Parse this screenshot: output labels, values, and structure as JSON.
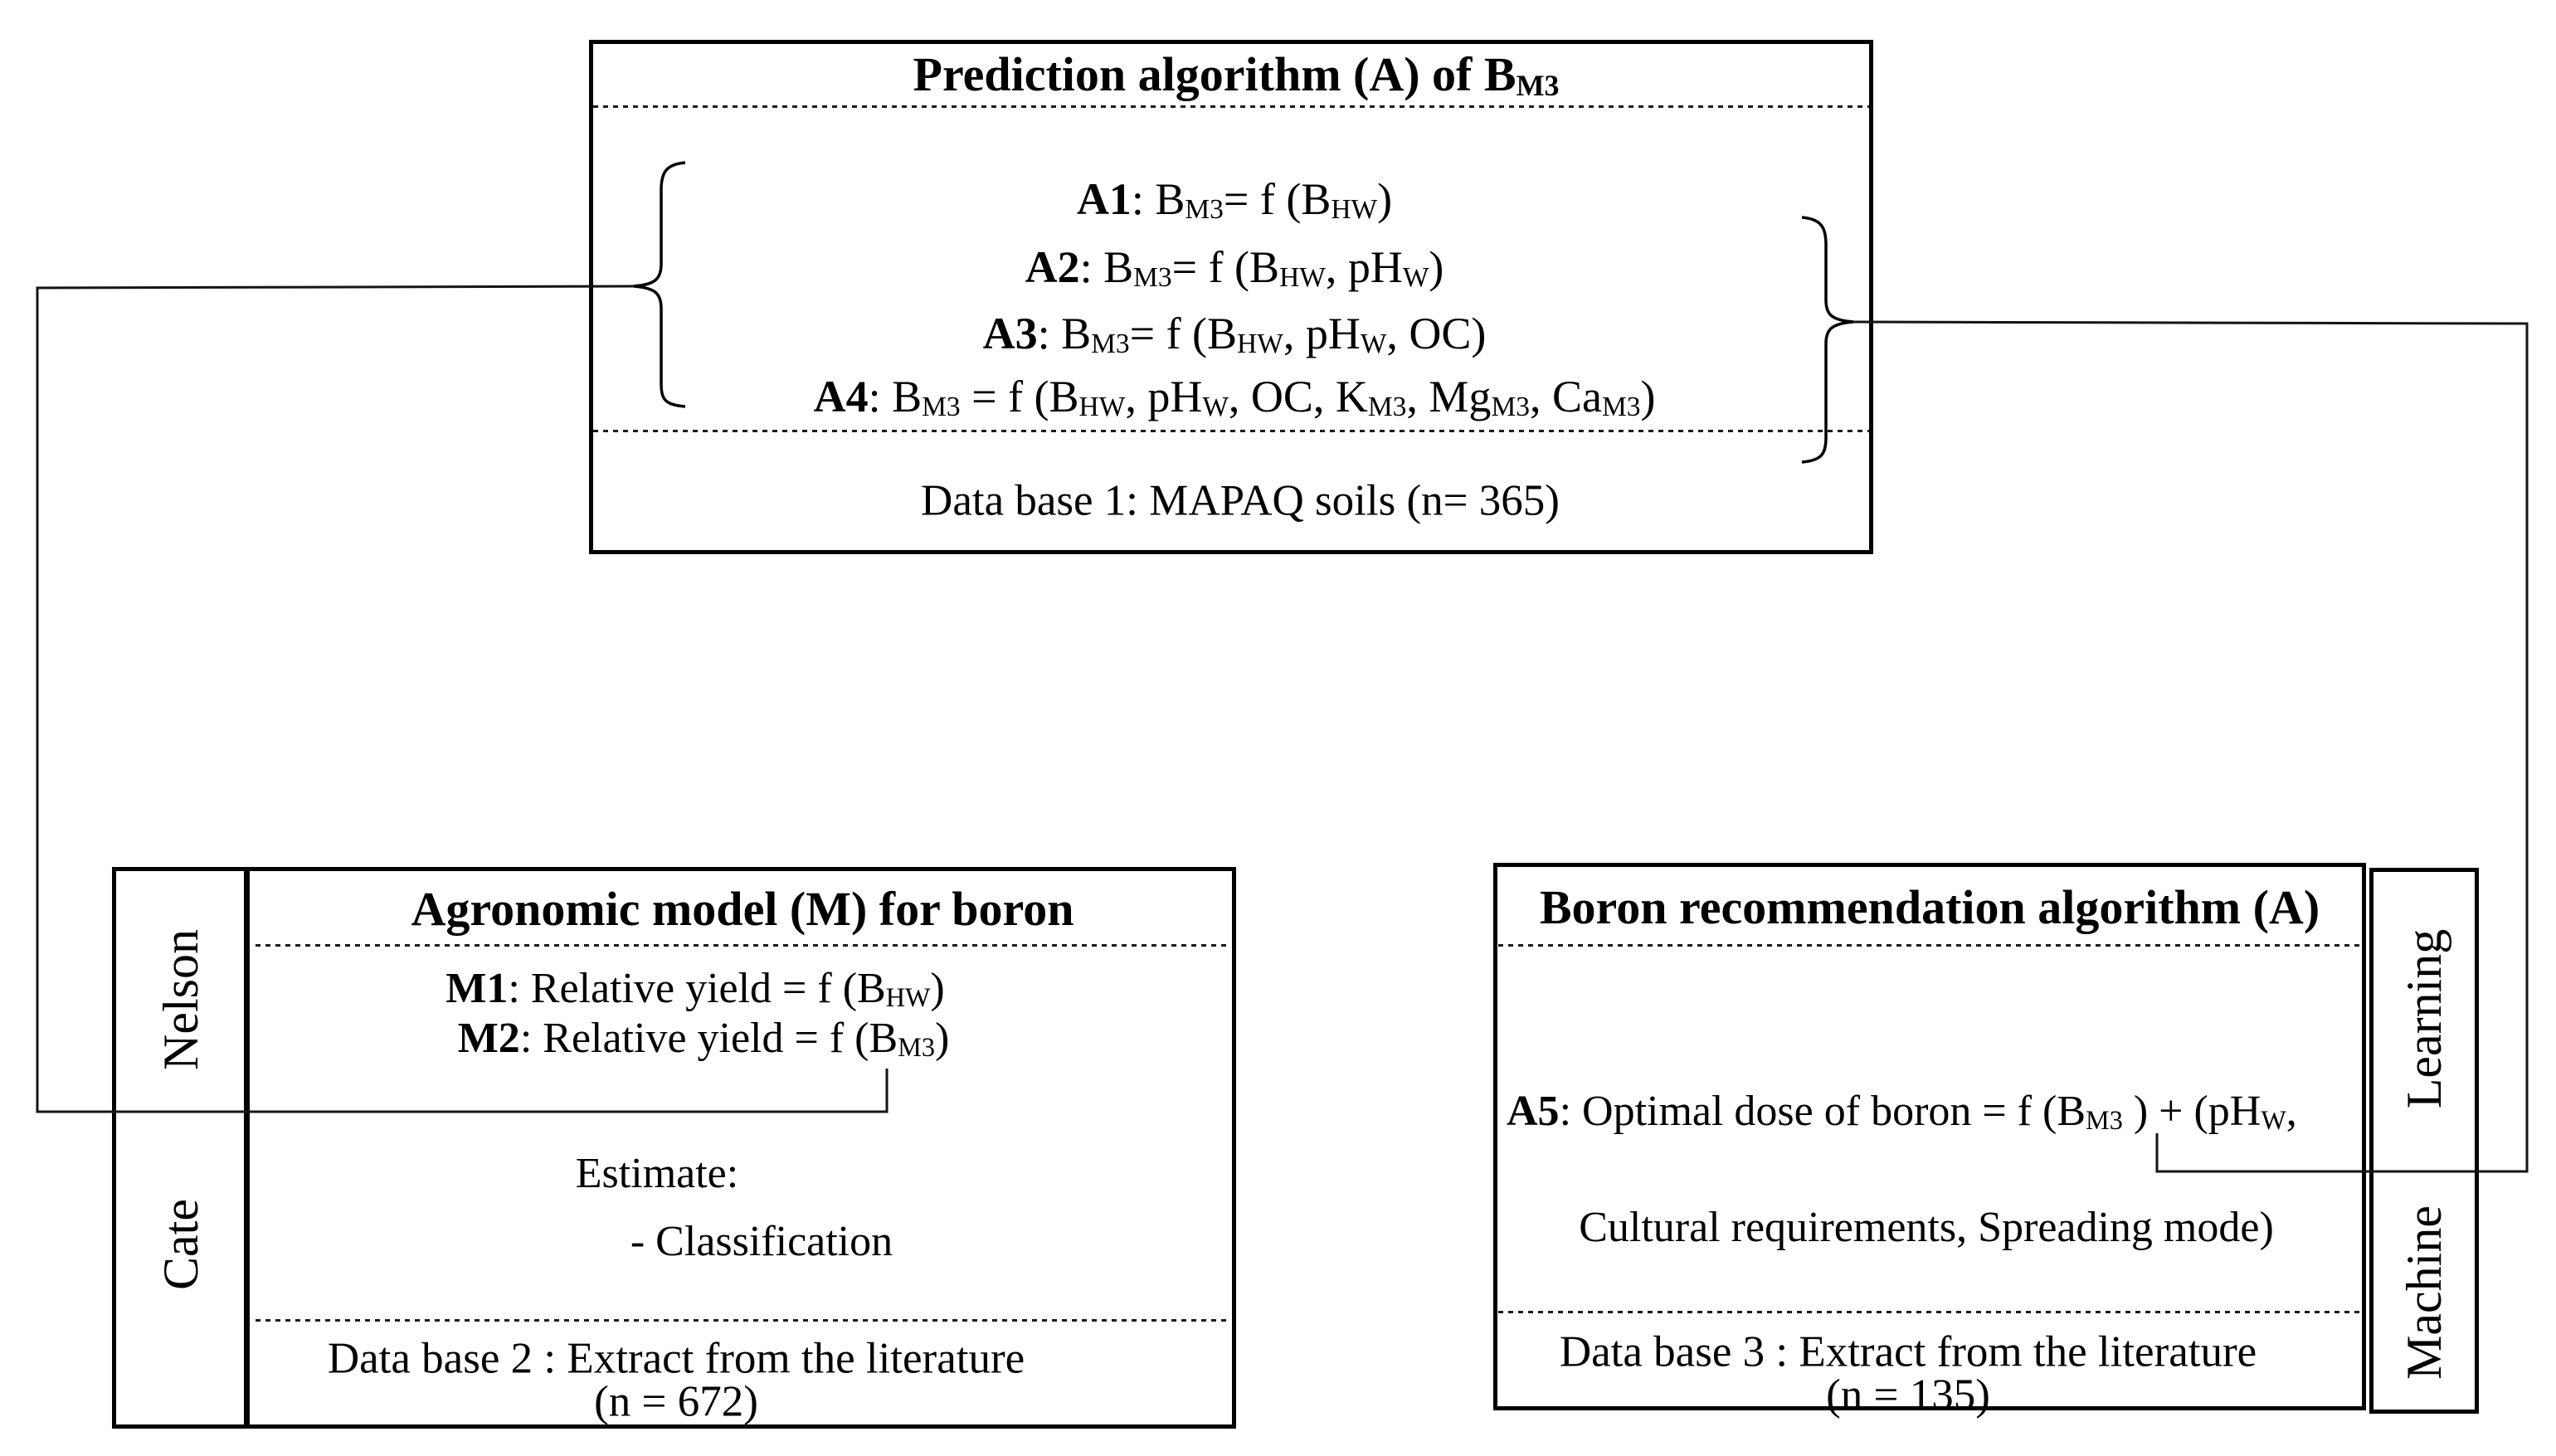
{
  "diagram": {
    "prediction_box": {
      "title": [
        {
          "t": "Prediction algorithm (A) of B",
          "b": 1
        },
        {
          "t": "M3",
          "b": 1,
          "s": 1
        }
      ],
      "formulas": [
        [
          {
            "t": "A1",
            "b": 1
          },
          {
            "t": ": B"
          },
          {
            "t": "M3",
            "s": 1
          },
          {
            "t": "= f (B"
          },
          {
            "t": "HW",
            "s": 1
          },
          {
            "t": ")"
          }
        ],
        [
          {
            "t": "A2",
            "b": 1
          },
          {
            "t": ": B"
          },
          {
            "t": "M3",
            "s": 1
          },
          {
            "t": "= f (B"
          },
          {
            "t": "HW",
            "s": 1
          },
          {
            "t": ", pH"
          },
          {
            "t": "W",
            "s": 1
          },
          {
            "t": ")"
          }
        ],
        [
          {
            "t": "A3",
            "b": 1
          },
          {
            "t": ": B"
          },
          {
            "t": "M3",
            "s": 1
          },
          {
            "t": "= f (B"
          },
          {
            "t": "HW",
            "s": 1
          },
          {
            "t": ", pH"
          },
          {
            "t": "W",
            "s": 1
          },
          {
            "t": ", OC)"
          }
        ],
        [
          {
            "t": "A4",
            "b": 1
          },
          {
            "t": ": B"
          },
          {
            "t": "M3",
            "s": 1
          },
          {
            "t": " = f (B"
          },
          {
            "t": "HW",
            "s": 1
          },
          {
            "t": ", pH"
          },
          {
            "t": "W",
            "s": 1
          },
          {
            "t": ", OC, K"
          },
          {
            "t": "M3",
            "s": 1
          },
          {
            "t": ", Mg"
          },
          {
            "t": "M3",
            "s": 1
          },
          {
            "t": ", Ca"
          },
          {
            "t": "M3",
            "s": 1
          },
          {
            "t": ")"
          }
        ]
      ],
      "database": "Data base 1:  MAPAQ soils (n= 365)"
    },
    "agronomic_box": {
      "title": [
        {
          "t": "Agronomic model (M) for boron",
          "b": 1
        }
      ],
      "models": [
        [
          {
            "t": "M1",
            "b": 1
          },
          {
            "t": ": Relative yield = f (B"
          },
          {
            "t": "HW",
            "s": 1
          },
          {
            "t": ")"
          }
        ],
        [
          {
            "t": "M2",
            "b": 1
          },
          {
            "t": ": Relative yield = f (B"
          },
          {
            "t": "M3",
            "s": 1
          },
          {
            "t": ")"
          }
        ]
      ],
      "estimate_label": "Estimate:",
      "estimate_item": "- Classification",
      "database_line1": "Data base 2 : Extract from the literature",
      "database_line2": "(n = 672)",
      "sidebar_top": "Nelson",
      "sidebar_bottom": "Cate"
    },
    "recommendation_box": {
      "title": [
        {
          "t": "Boron recommendation algorithm (A)",
          "b": 1
        }
      ],
      "formula": [
        {
          "t": "A5",
          "b": 1
        },
        {
          "t": ": Optimal dose of boron = f (B"
        },
        {
          "t": "M3",
          "s": 1
        },
        {
          "t": " ) + (pH"
        },
        {
          "t": "W",
          "s": 1
        },
        {
          "t": ","
        }
      ],
      "formula_line2": "Cultural requirements, Spreading mode)",
      "database_line1": "Data base 3 : Extract from the literature",
      "database_line2": "(n = 135)",
      "sidebar_top": "Learning",
      "sidebar_bottom": "Machine"
    },
    "colors": {
      "line": "#000000",
      "background": "#ffffff"
    }
  }
}
